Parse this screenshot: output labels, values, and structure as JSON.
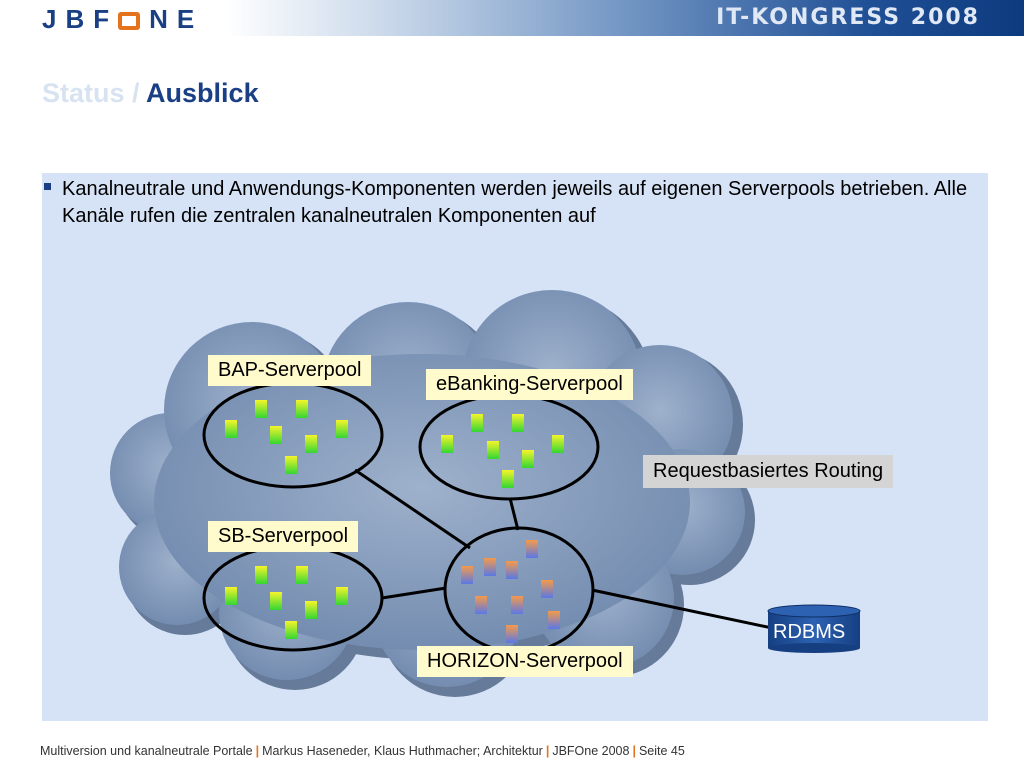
{
  "header": {
    "logo_text": "JBF",
    "logo_text_end": "NE",
    "event_title": "IT-KONGRESS 2008"
  },
  "slide": {
    "title_part1": "Status",
    "title_sep": " / ",
    "title_part2": "Ausblick",
    "bullet_text": "Kanalneutrale und Anwendungs-Komponenten werden jeweils auf eigenen Serverpools betrieben. Alle Kanäle rufen die zentralen kanalneutralen Komponenten auf"
  },
  "diagram": {
    "labels": {
      "bap": "BAP-Serverpool",
      "ebanking": "eBanking-Serverpool",
      "routing": "Requestbasiertes Routing",
      "sb": "SB-Serverpool",
      "horizon": "HORIZON-Serverpool",
      "rdbms": "RDBMS"
    },
    "colors": {
      "cloud": "#7f98ba",
      "app_server_gradient": [
        "#f5f52a",
        "#33d633"
      ],
      "horizon_server_gradient": [
        "#f59a4a",
        "#5a78e6"
      ],
      "db": "#1f4f95"
    }
  },
  "footer": {
    "part1": "Multiversion und kanalneutrale Portale",
    "part2": "Markus Haseneder, Klaus Huthmacher; Architektur",
    "part3": "JBFOne 2008",
    "part4": "Seite 45",
    "separator": "|"
  }
}
